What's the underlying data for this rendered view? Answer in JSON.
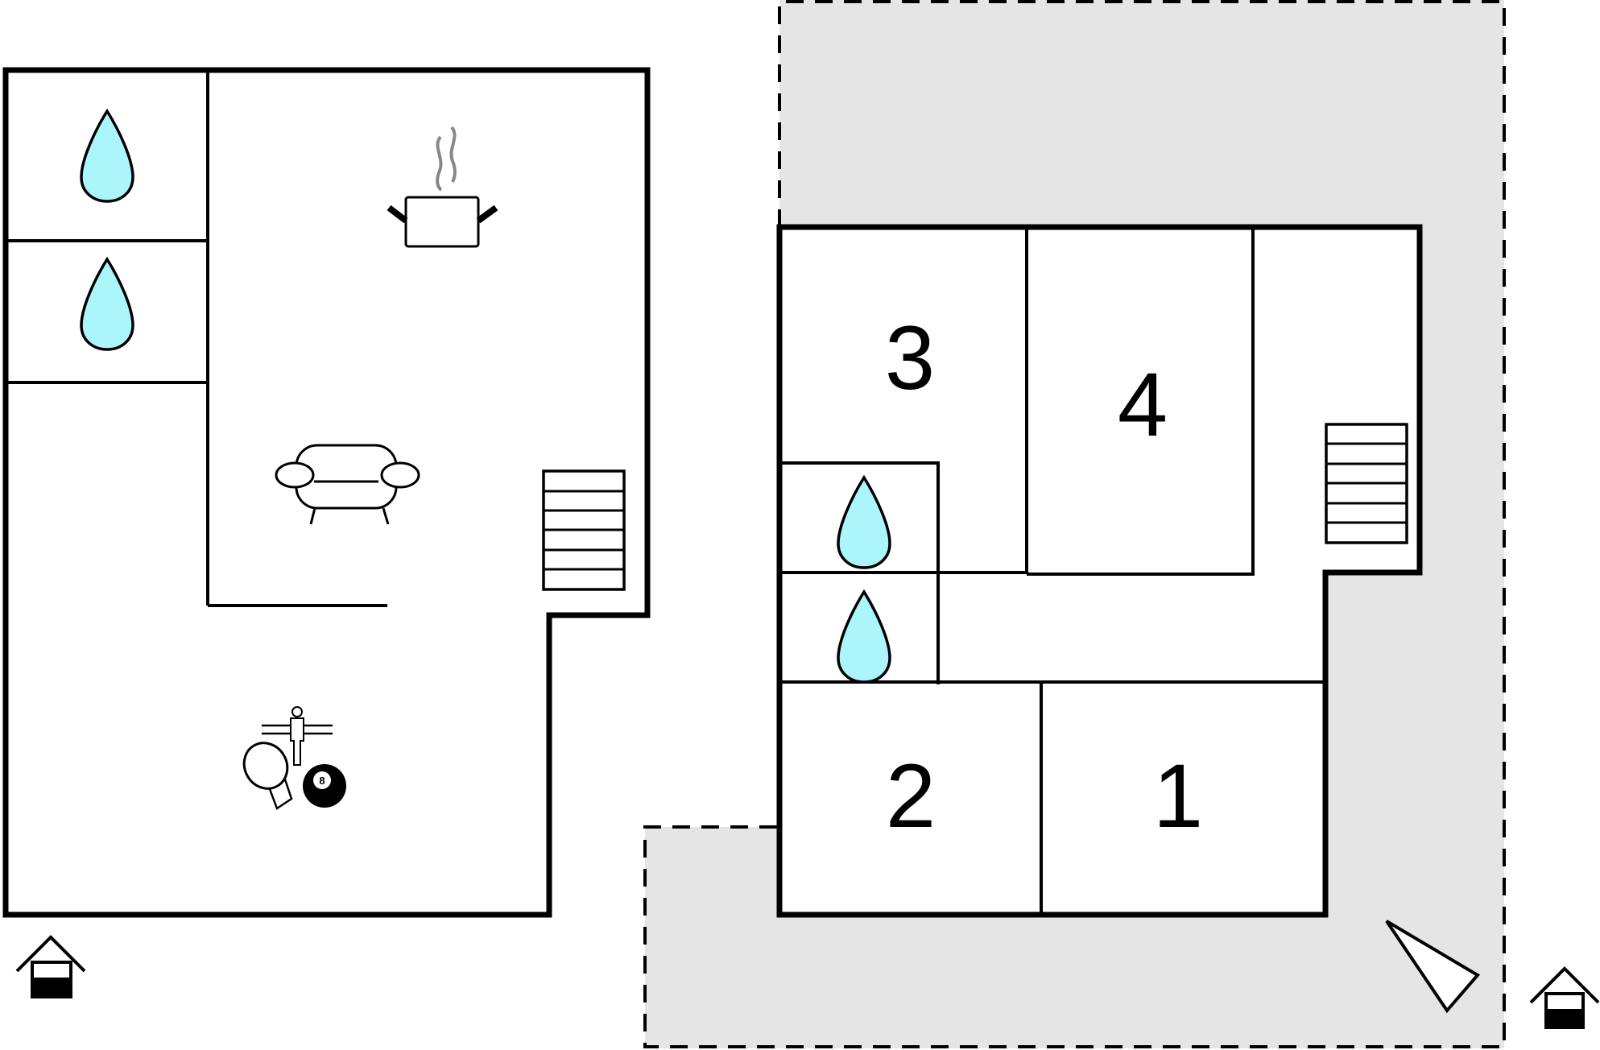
{
  "floor_plan": {
    "colors": {
      "background": "#ffffff",
      "walls": "#000000",
      "outdoor_area": "#e5e5e5",
      "water_drop": "#aaf6fb",
      "steam": "#888888"
    },
    "left_floor": {
      "icons": [
        "bathroom-drop-icon",
        "bathroom-drop-icon",
        "kitchen-pot-icon",
        "sofa-icon",
        "staircase-icon",
        "table-tennis-icon",
        "table-football-icon",
        "billiard-ball-icon",
        "entrance-house-icon"
      ],
      "billiard_ball_number": "8"
    },
    "right_floor": {
      "rooms": [
        {
          "number": "3"
        },
        {
          "number": "4"
        },
        {
          "number": "2"
        },
        {
          "number": "1"
        }
      ],
      "icons": [
        "bathroom-drop-icon",
        "bathroom-drop-icon",
        "staircase-icon",
        "north-arrow-icon",
        "entrance-house-icon"
      ]
    }
  }
}
